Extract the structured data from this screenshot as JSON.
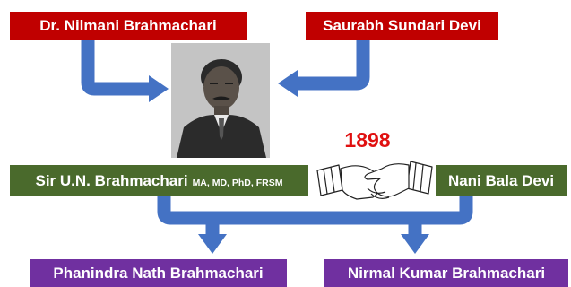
{
  "parents": {
    "father": "Dr. Nilmani Brahmachari",
    "mother": "Saurabh Sundari Devi"
  },
  "main": {
    "name": "Sir U.N. Brahmachari",
    "degrees": "MA, MD, PhD, FRSM"
  },
  "spouse": "Nani Bala Devi",
  "marriage_year": "1898",
  "children": [
    "Phanindra Nath Brahmachari",
    "Nirmal Kumar Brahmachari"
  ],
  "colors": {
    "parent_box": "#c00000",
    "couple_box": "#4a6a2c",
    "child_box": "#7030a0",
    "arrow": "#4472c4",
    "year": "#e01010"
  },
  "icons": [
    "portrait-photo",
    "handshake-icon"
  ]
}
